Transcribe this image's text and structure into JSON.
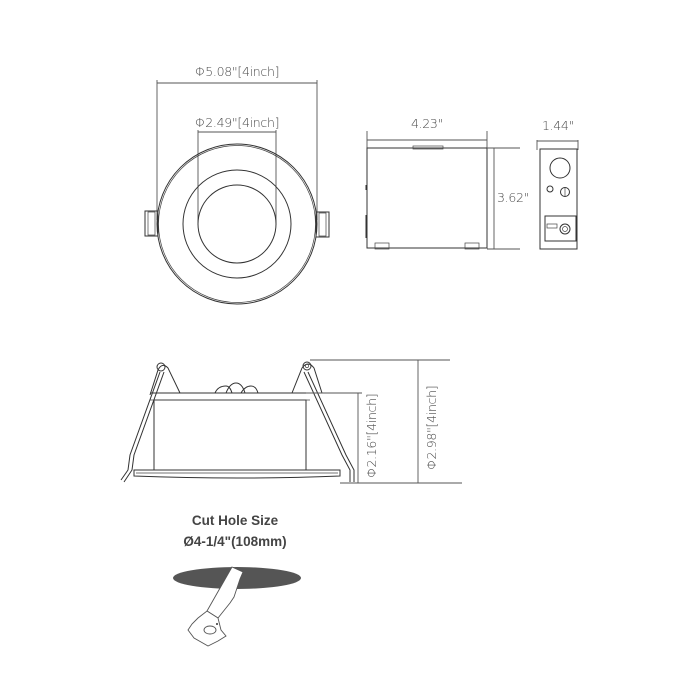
{
  "top_view": {
    "outer_diameter_label": "Φ5.08\"[4inch]",
    "inner_diameter_label": "Φ2.49\"[4inch]"
  },
  "junction_box_front": {
    "width_label": "4.23\"",
    "height_label": "3.62\""
  },
  "junction_box_side": {
    "depth_label": "1.44\""
  },
  "side_view": {
    "body_height_label": "Φ2.16\"[4inch]",
    "total_height_label": "Φ2.98\"[4inch]"
  },
  "cut_hole": {
    "title": "Cut Hole Size",
    "size": "Ø4-1/4\"(108mm)"
  },
  "icons": {
    "saw": "saw-icon",
    "hole": "cut-hole-icon"
  },
  "colors": {
    "line": "#333333",
    "text": "#4a4a4a",
    "hole_fill": "#555555"
  }
}
